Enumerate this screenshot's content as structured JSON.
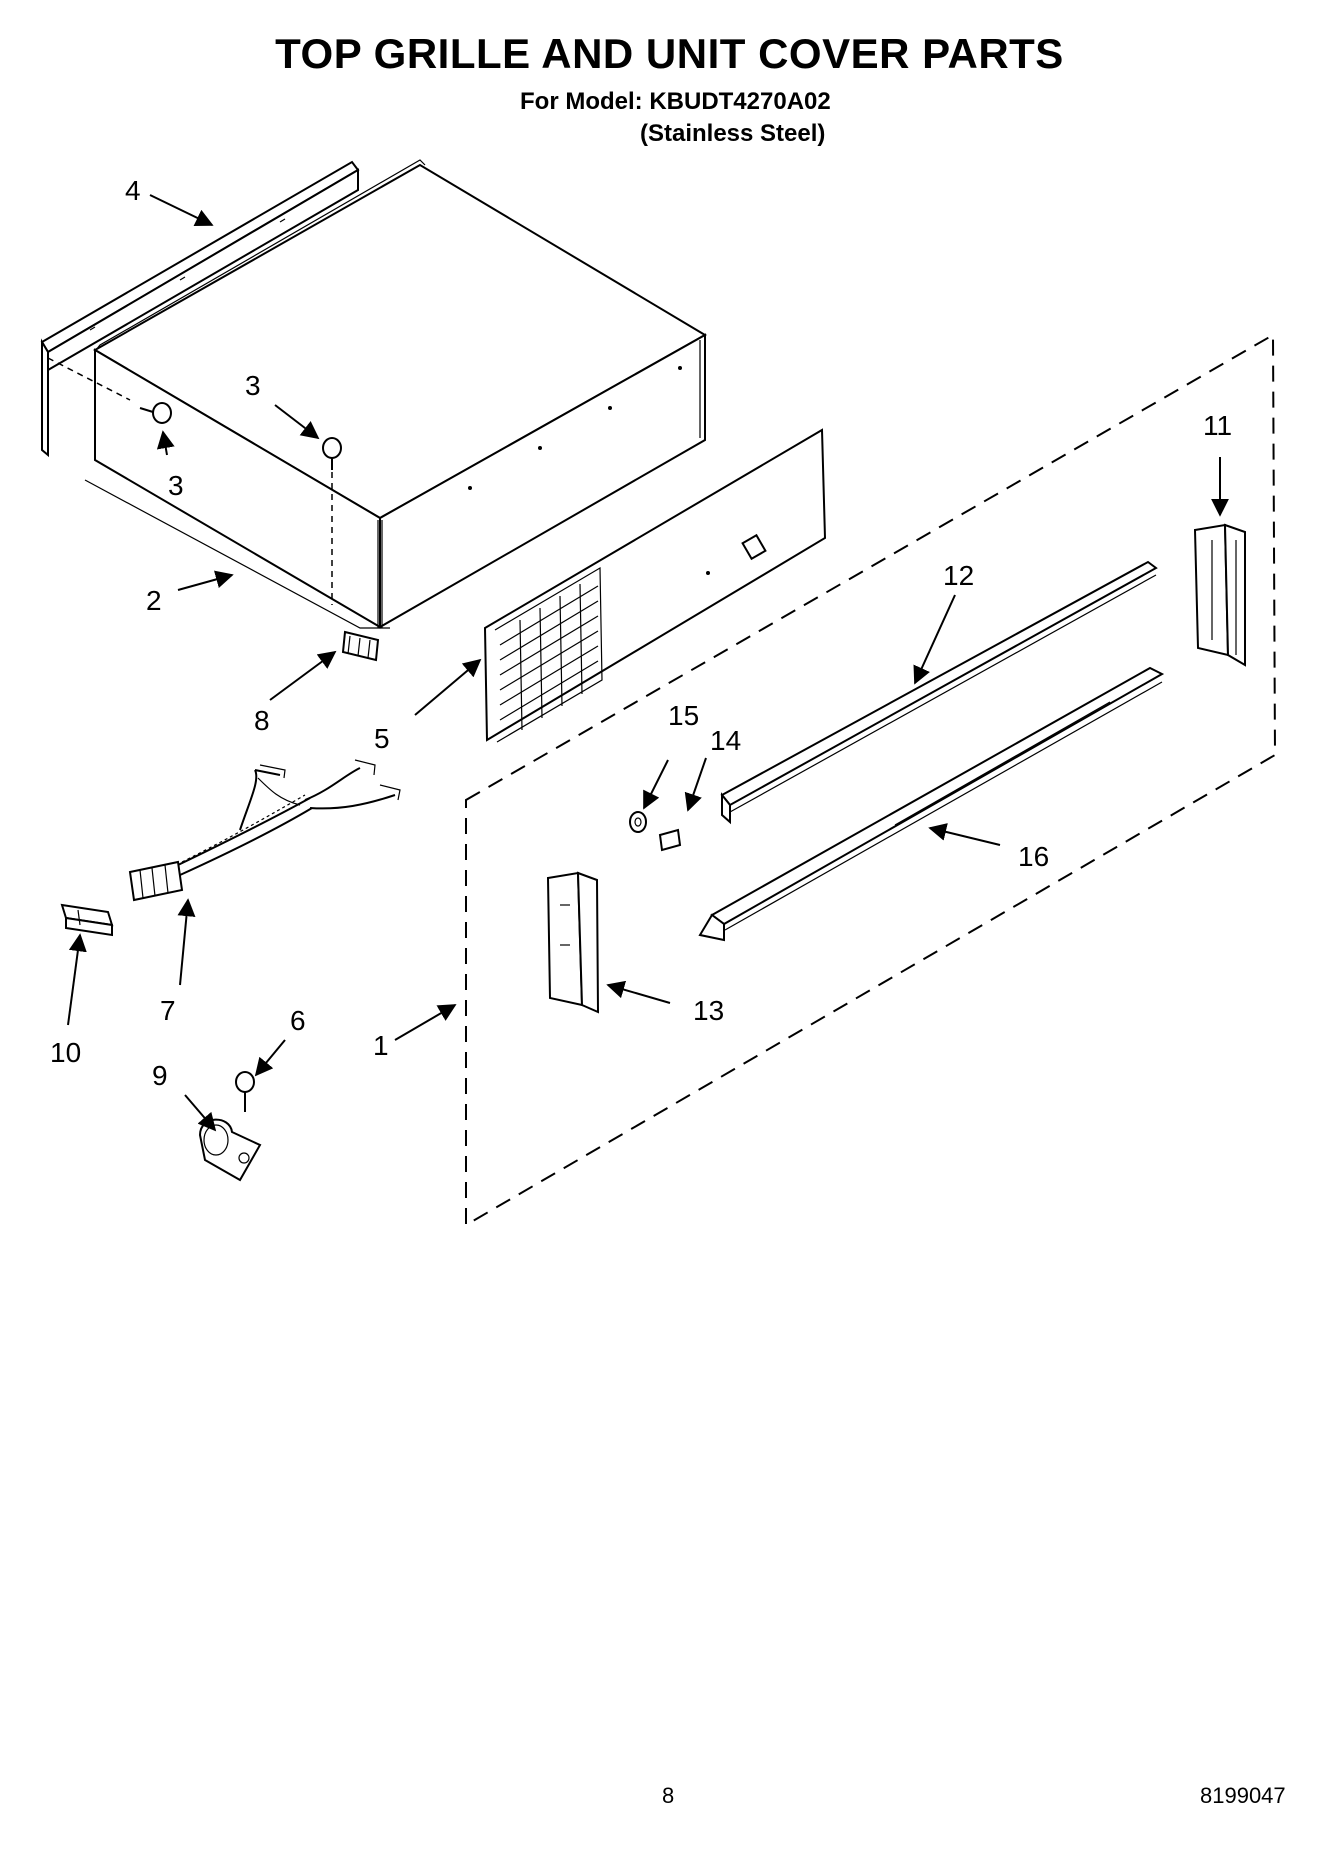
{
  "title": "TOP GRILLE AND UNIT COVER PARTS",
  "model_line": "For Model: KBUDT4270A02",
  "finish_line": "(Stainless Steel)",
  "callouts": {
    "c1": "1",
    "c2": "2",
    "c3a": "3",
    "c3b": "3",
    "c4": "4",
    "c5": "5",
    "c6": "6",
    "c7": "7",
    "c8": "8",
    "c9": "9",
    "c10": "10",
    "c11": "11",
    "c12": "12",
    "c13": "13",
    "c14": "14",
    "c15": "15",
    "c16": "16"
  },
  "footer": {
    "page": "8",
    "doc_number": "8199047"
  }
}
